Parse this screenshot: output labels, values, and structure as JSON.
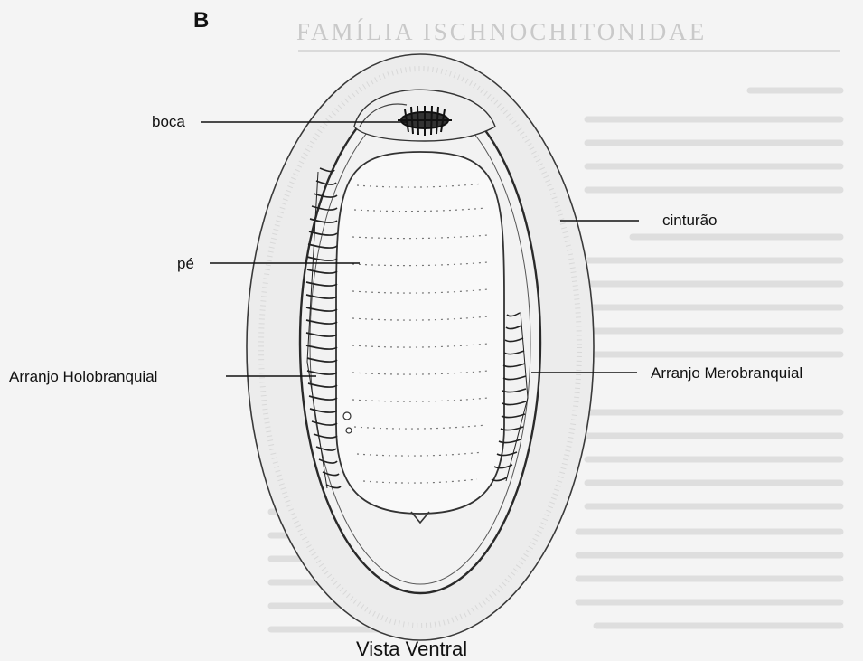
{
  "panel_letter": "B",
  "background_heading": "FAMÍLIA ISCHNOCHITONIDAE",
  "labels": {
    "boca": "boca",
    "cinturao": "cinturão",
    "pe": "pé",
    "holo": "Arranjo Holobranquial",
    "mero": "Arranjo Merobranquial"
  },
  "caption": "Vista Ventral"
}
